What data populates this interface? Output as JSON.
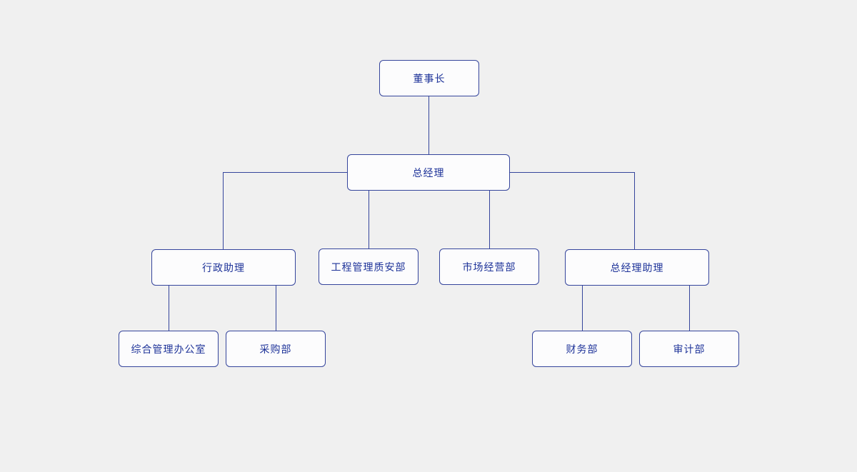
{
  "colors": {
    "accent": "#35459c",
    "node-text": "#1e3399",
    "canvas-bg": "#f0f0f0",
    "node-fill": "#fcfcfd"
  },
  "org": {
    "nodes": [
      {
        "id": "chairman",
        "label": "董事长"
      },
      {
        "id": "general-manager",
        "label": "总经理"
      },
      {
        "id": "admin-assistant",
        "label": "行政助理"
      },
      {
        "id": "eng-quality-safety-dept",
        "label": "工程管理质安部"
      },
      {
        "id": "market-operations-dept",
        "label": "市场经营部"
      },
      {
        "id": "gm-assistant",
        "label": "总经理助理"
      },
      {
        "id": "general-mgmt-office",
        "label": "综合管理办公室"
      },
      {
        "id": "procurement-dept",
        "label": "采购部"
      },
      {
        "id": "finance-dept",
        "label": "财务部"
      },
      {
        "id": "audit-dept",
        "label": "审计部"
      }
    ],
    "edges": [
      {
        "from": "chairman",
        "to": "general-manager"
      },
      {
        "from": "general-manager",
        "to": "admin-assistant"
      },
      {
        "from": "general-manager",
        "to": "eng-quality-safety-dept"
      },
      {
        "from": "general-manager",
        "to": "market-operations-dept"
      },
      {
        "from": "general-manager",
        "to": "gm-assistant"
      },
      {
        "from": "admin-assistant",
        "to": "general-mgmt-office"
      },
      {
        "from": "admin-assistant",
        "to": "procurement-dept"
      },
      {
        "from": "gm-assistant",
        "to": "finance-dept"
      },
      {
        "from": "gm-assistant",
        "to": "audit-dept"
      }
    ]
  }
}
